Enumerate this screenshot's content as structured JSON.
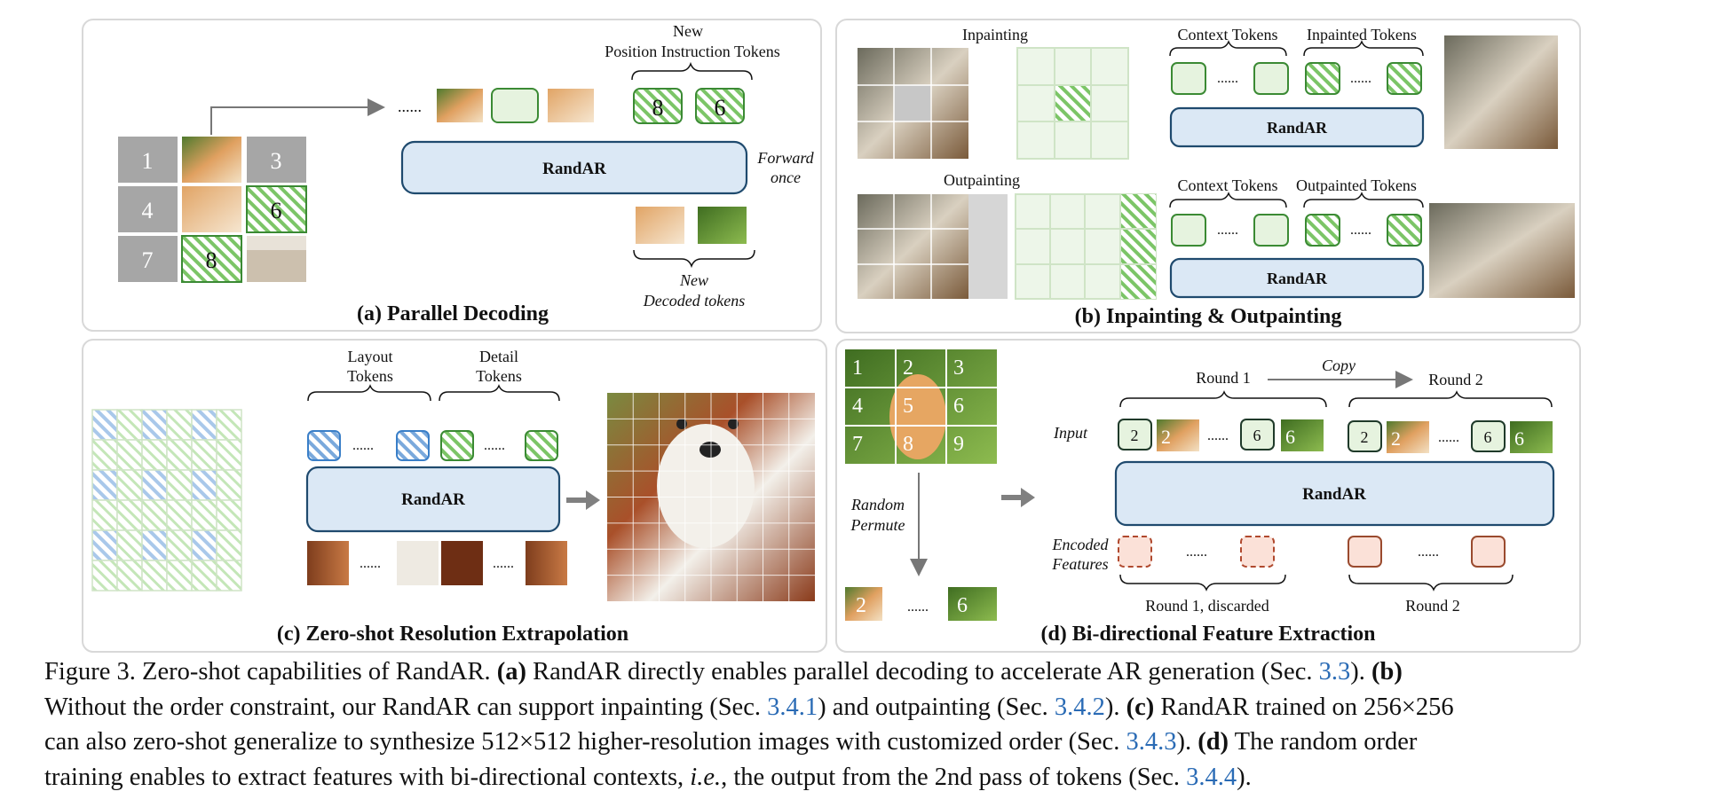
{
  "colors": {
    "panel_border": "#d8d8d8",
    "randar_fill": "#dbe8f5",
    "randar_stroke": "#1f4a6e",
    "token_green_fill": "#e6f3df",
    "token_green_stroke": "#3b8a34",
    "hatch_green": "#7cc567",
    "hatch_blue": "#7aa9dc",
    "gray_tile": "#a6a6a6",
    "encoded_fill": "#fbe1d8",
    "encoded_stroke": "#b0492e",
    "ref_blue": "#2a6bb5"
  },
  "panel_a": {
    "title": "(a) Parallel Decoding",
    "new_pos_line1": "New",
    "new_pos_line2": "Position Instruction Tokens",
    "randar": "RandAR",
    "forward_line1": "Forward",
    "forward_line2": "once",
    "new_dec_line1": "New",
    "new_dec_line2": "Decoded tokens",
    "dots": "......",
    "grid_numbers": [
      "1",
      "3",
      "4",
      "6",
      "7",
      "8"
    ],
    "pos_tokens": [
      "8",
      "6"
    ]
  },
  "panel_b": {
    "title": "(b) Inpainting & Outpainting",
    "inpainting": "Inpainting",
    "outpainting": "Outpainting",
    "context_tokens": "Context Tokens",
    "inpainted_tokens": "Inpainted Tokens",
    "outpainted_tokens": "Outpainted Tokens",
    "randar": "RandAR",
    "dots": "......"
  },
  "panel_c": {
    "title": "(c) Zero-shot Resolution Extrapolation",
    "layout_line1": "Layout",
    "layout_line2": "Tokens",
    "detail_line1": "Detail",
    "detail_line2": "Tokens",
    "randar": "RandAR",
    "dots": "......"
  },
  "panel_d": {
    "title": "(d) Bi-directional Feature Extraction",
    "grid_numbers": [
      "1",
      "2",
      "3",
      "4",
      "5",
      "6",
      "7",
      "8",
      "9"
    ],
    "random_line1": "Random",
    "random_line2": "Permute",
    "copy": "Copy",
    "round1": "Round 1",
    "round2": "Round 2",
    "input": "Input",
    "encoded_line1": "Encoded",
    "encoded_line2": "Features",
    "randar": "RandAR",
    "round1_discarded": "Round 1, discarded",
    "round2_bottom": "Round 2",
    "dots": "......",
    "token_2": "2",
    "token_6": "6"
  },
  "caption": {
    "l1a": "Figure 3.  Zero-shot capabilities of RandAR. ",
    "l1b": "(a)",
    "l1c": " RandAR directly enables parallel decoding to accelerate AR generation (Sec. ",
    "l1d": "3.3",
    "l1e": ").  ",
    "l1f": "(b)",
    "l2a": "Without the order constraint, our RandAR can support inpainting (Sec. ",
    "l2b": "3.4.1",
    "l2c": ") and outpainting (Sec. ",
    "l2d": "3.4.2",
    "l2e": ").  ",
    "l2f": "(c)",
    "l2g": " RandAR trained on 256×256",
    "l3a": "can also zero-shot generalize to synthesize 512×512 higher-resolution images with customized order (Sec. ",
    "l3b": "3.4.3",
    "l3c": ").  ",
    "l3d": "(d)",
    "l3e": " The random order",
    "l4a": "training enables to extract features with bi-directional contexts, ",
    "l4b": "i.e.",
    "l4c": ", the output from the 2nd pass of tokens (Sec. ",
    "l4d": "3.4.4",
    "l4e": ")."
  }
}
